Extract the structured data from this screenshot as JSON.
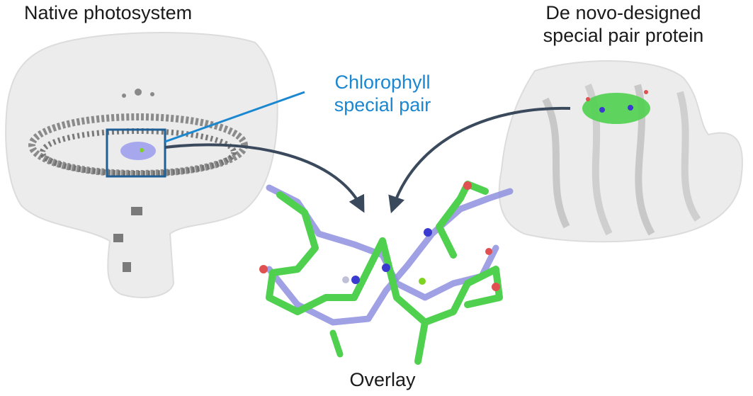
{
  "labels": {
    "native": "Native photosystem",
    "designed_line1": "De novo-designed",
    "designed_line2": "special pair protein",
    "chlorophyll_line1": "Chlorophyll",
    "chlorophyll_line2": "special pair",
    "overlay": "Overlay"
  },
  "colors": {
    "highlight_box": "#1f5f95",
    "callout_line": "#1a87d0",
    "arrow": "#3a4a5c",
    "protein_surface": "#e8e8e8",
    "pigment_gray": "#6e6e6e",
    "native_molecule": "#8f8fe0",
    "designed_molecule": "#4fd14f",
    "nitrogen": "#3a3ad0",
    "oxygen": "#e05050",
    "magnesium": "#7ed321"
  }
}
